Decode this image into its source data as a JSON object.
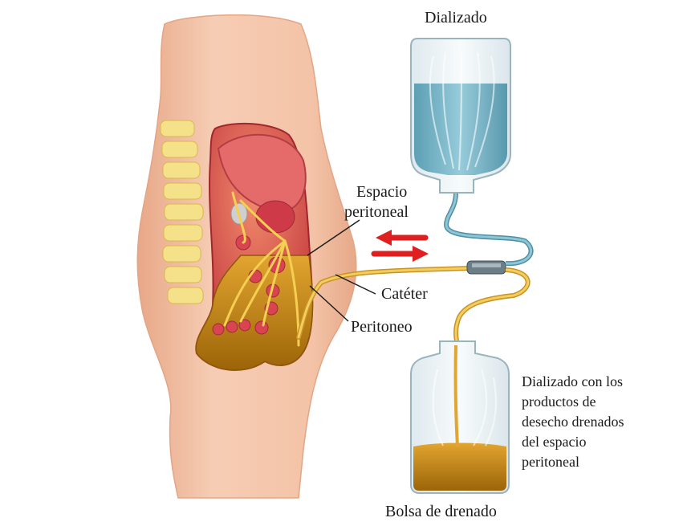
{
  "labels": {
    "dialysate": "Dializado",
    "peritoneal_space_line1": "Espacio",
    "peritoneal_space_line2": "peritoneal",
    "catheter": "Catéter",
    "peritoneum": "Peritoneo",
    "drain_bag": "Bolsa de drenado",
    "waste_line1": "Dializado con los",
    "waste_line2": "productos de",
    "waste_line3": "desecho drenados",
    "waste_line4": "del espacio",
    "waste_line5": "peritoneal"
  },
  "colors": {
    "skin": "#f2c0a4",
    "skin_edge": "#e2a586",
    "cavity_red": "#c8323a",
    "fluid_amber": "#b97a10",
    "tube_yellow": "#e8b840",
    "dialysate_blue": "#5fa8bd",
    "arrow_red": "#e02020"
  },
  "icons": {
    "flow_arrows": "bidirectional-flow-arrows-icon"
  }
}
